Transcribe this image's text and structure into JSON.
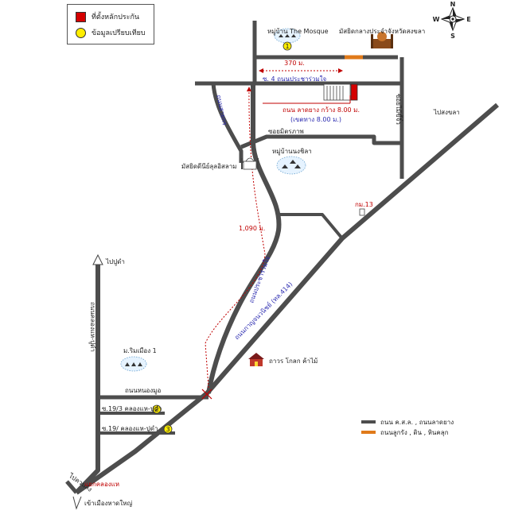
{
  "legend_top": {
    "items": [
      {
        "label": "ที่ตั้งหลักประกัน"
      },
      {
        "label": "ข้อมูลเปรียบเทียบ"
      }
    ]
  },
  "legend_bottom": {
    "items": [
      {
        "label": "ถนน ค.ส.ล. , ถนนลาดยาง",
        "color": "#4d4d4d"
      },
      {
        "label": "ถนนลูกรัง , ดิน , หินคลุก",
        "color": "#e07a1a"
      }
    ]
  },
  "compass": {
    "n": "N",
    "s": "S",
    "e": "E",
    "w": "W"
  },
  "labels": {
    "mosque_village": "หมู่บ้าน The Mosque",
    "central_mosque": "มัสยิดกลางประจำจังหวัดสงขลา",
    "dist_370": "370 ม.",
    "soi4": "ซ. 4 ถนนประชาร่วมใจ",
    "road_info_1": "ถนน ลาดยาง กว้าง 8.00 ม.",
    "road_info_2": "(เขตทาง 8.00 ม.)",
    "road_left": "ถนนสายกร",
    "soi_ploy": "ซอยไม้ขี้จิ๋ว",
    "to_songkhla": "ไปสงขลา",
    "soi_mitraphap": "ซอยมิตรภาพ",
    "nongchila_village": "หมู่บ้านนงชิลา",
    "mosque_left": "มัสยิดดีนีย์ลุลอิสลาม",
    "km13": "กม.13",
    "dist_1090": "1,090 ม.",
    "road_pracharuamjai": "ถนนประชาร่วมใจ",
    "road_main": "ถนนกาญจนวนิชย์ (ทล.414)",
    "to_pudam": "ไปปูดำ",
    "road_khlonghae": "ถนนคลองแห-ปูดำ",
    "m_rinmueang": "ม.ริมเมือง 1",
    "tavorn": "ถาวร โกลก ค้าไม้",
    "road_nongmoo": "ถนนหนองมูอ",
    "soi19_3": "ซ.19/3 คลองแห-ปูดำ",
    "soi19": "ซ.19/ คลองแห-ปูดำ",
    "to_khuanlang": "ไปควนลัง",
    "khlonghae_junction": "แยกคลองแห",
    "to_hatyai": "เข้าเมืองหาดใหญ่",
    "marker1": "1",
    "marker2": "2",
    "marker3": "3"
  }
}
